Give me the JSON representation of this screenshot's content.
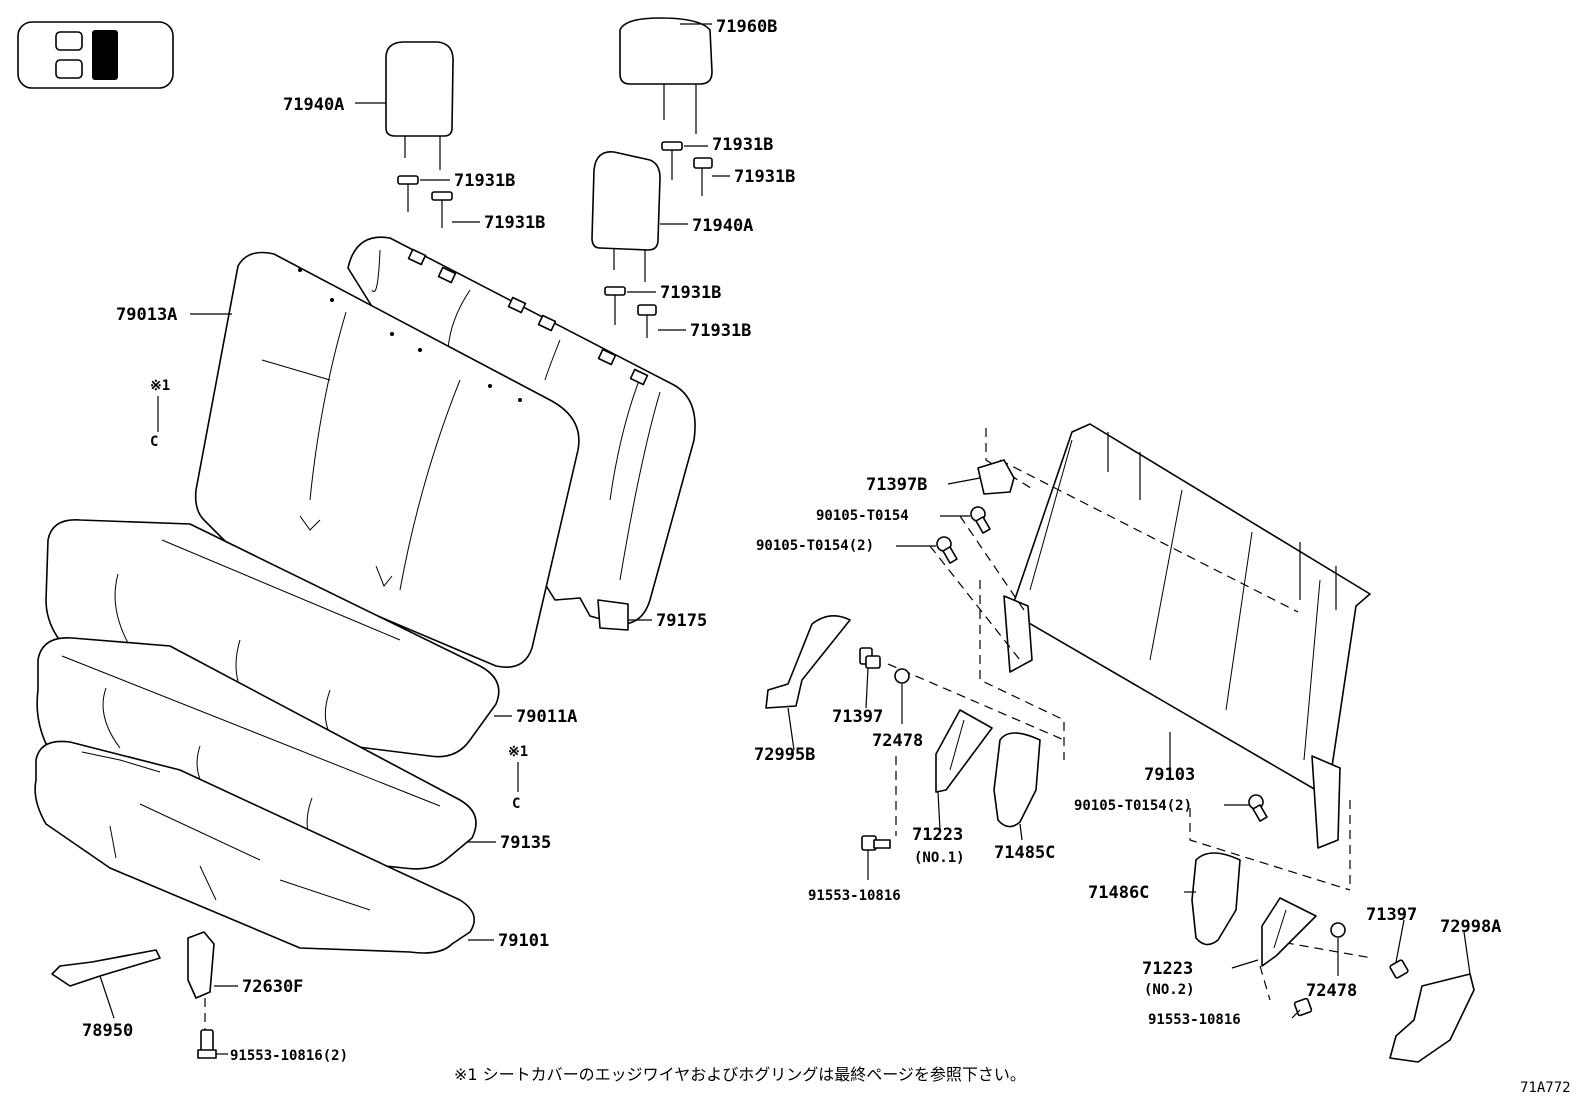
{
  "labels": {
    "l71960B": "71960B",
    "l71940A_1": "71940A",
    "l71931B_1": "71931B",
    "l71931B_2": "71931B",
    "l71931B_3": "71931B",
    "l71931B_4": "71931B",
    "l71940A_2": "71940A",
    "l71931B_5": "71931B",
    "l71931B_6": "71931B",
    "l79013A": "79013A",
    "l79175": "79175",
    "l79011A": "79011A",
    "l79135": "79135",
    "l79101": "79101",
    "l72630F": "72630F",
    "l78950": "78950",
    "l91553_2": "91553-10816(2)",
    "l71397B": "71397B",
    "l90105_a": "90105-T0154",
    "l90105_b": "90105-T0154(2)",
    "l71397_1": "71397",
    "l72478_1": "72478",
    "l72995B": "72995B",
    "l71223_1": "71223",
    "l71223_1sub": "(NO.1)",
    "l71485C": "71485C",
    "l91553_a": "91553-10816",
    "l79103": "79103",
    "l90105_c": "90105-T0154(2)",
    "l71486C": "71486C",
    "l71223_2": "71223",
    "l71223_2sub": "(NO.2)",
    "l91553_b": "91553-10816",
    "l72478_2": "72478",
    "l71397_2": "71397",
    "l72998A": "72998A",
    "mark1a": "※1",
    "mark1b": "※1"
  },
  "footnote": "※1 シートカバーのエッジワイヤおよびホグリングは最終ページを参照下さい。",
  "diagram_id": "71A772"
}
